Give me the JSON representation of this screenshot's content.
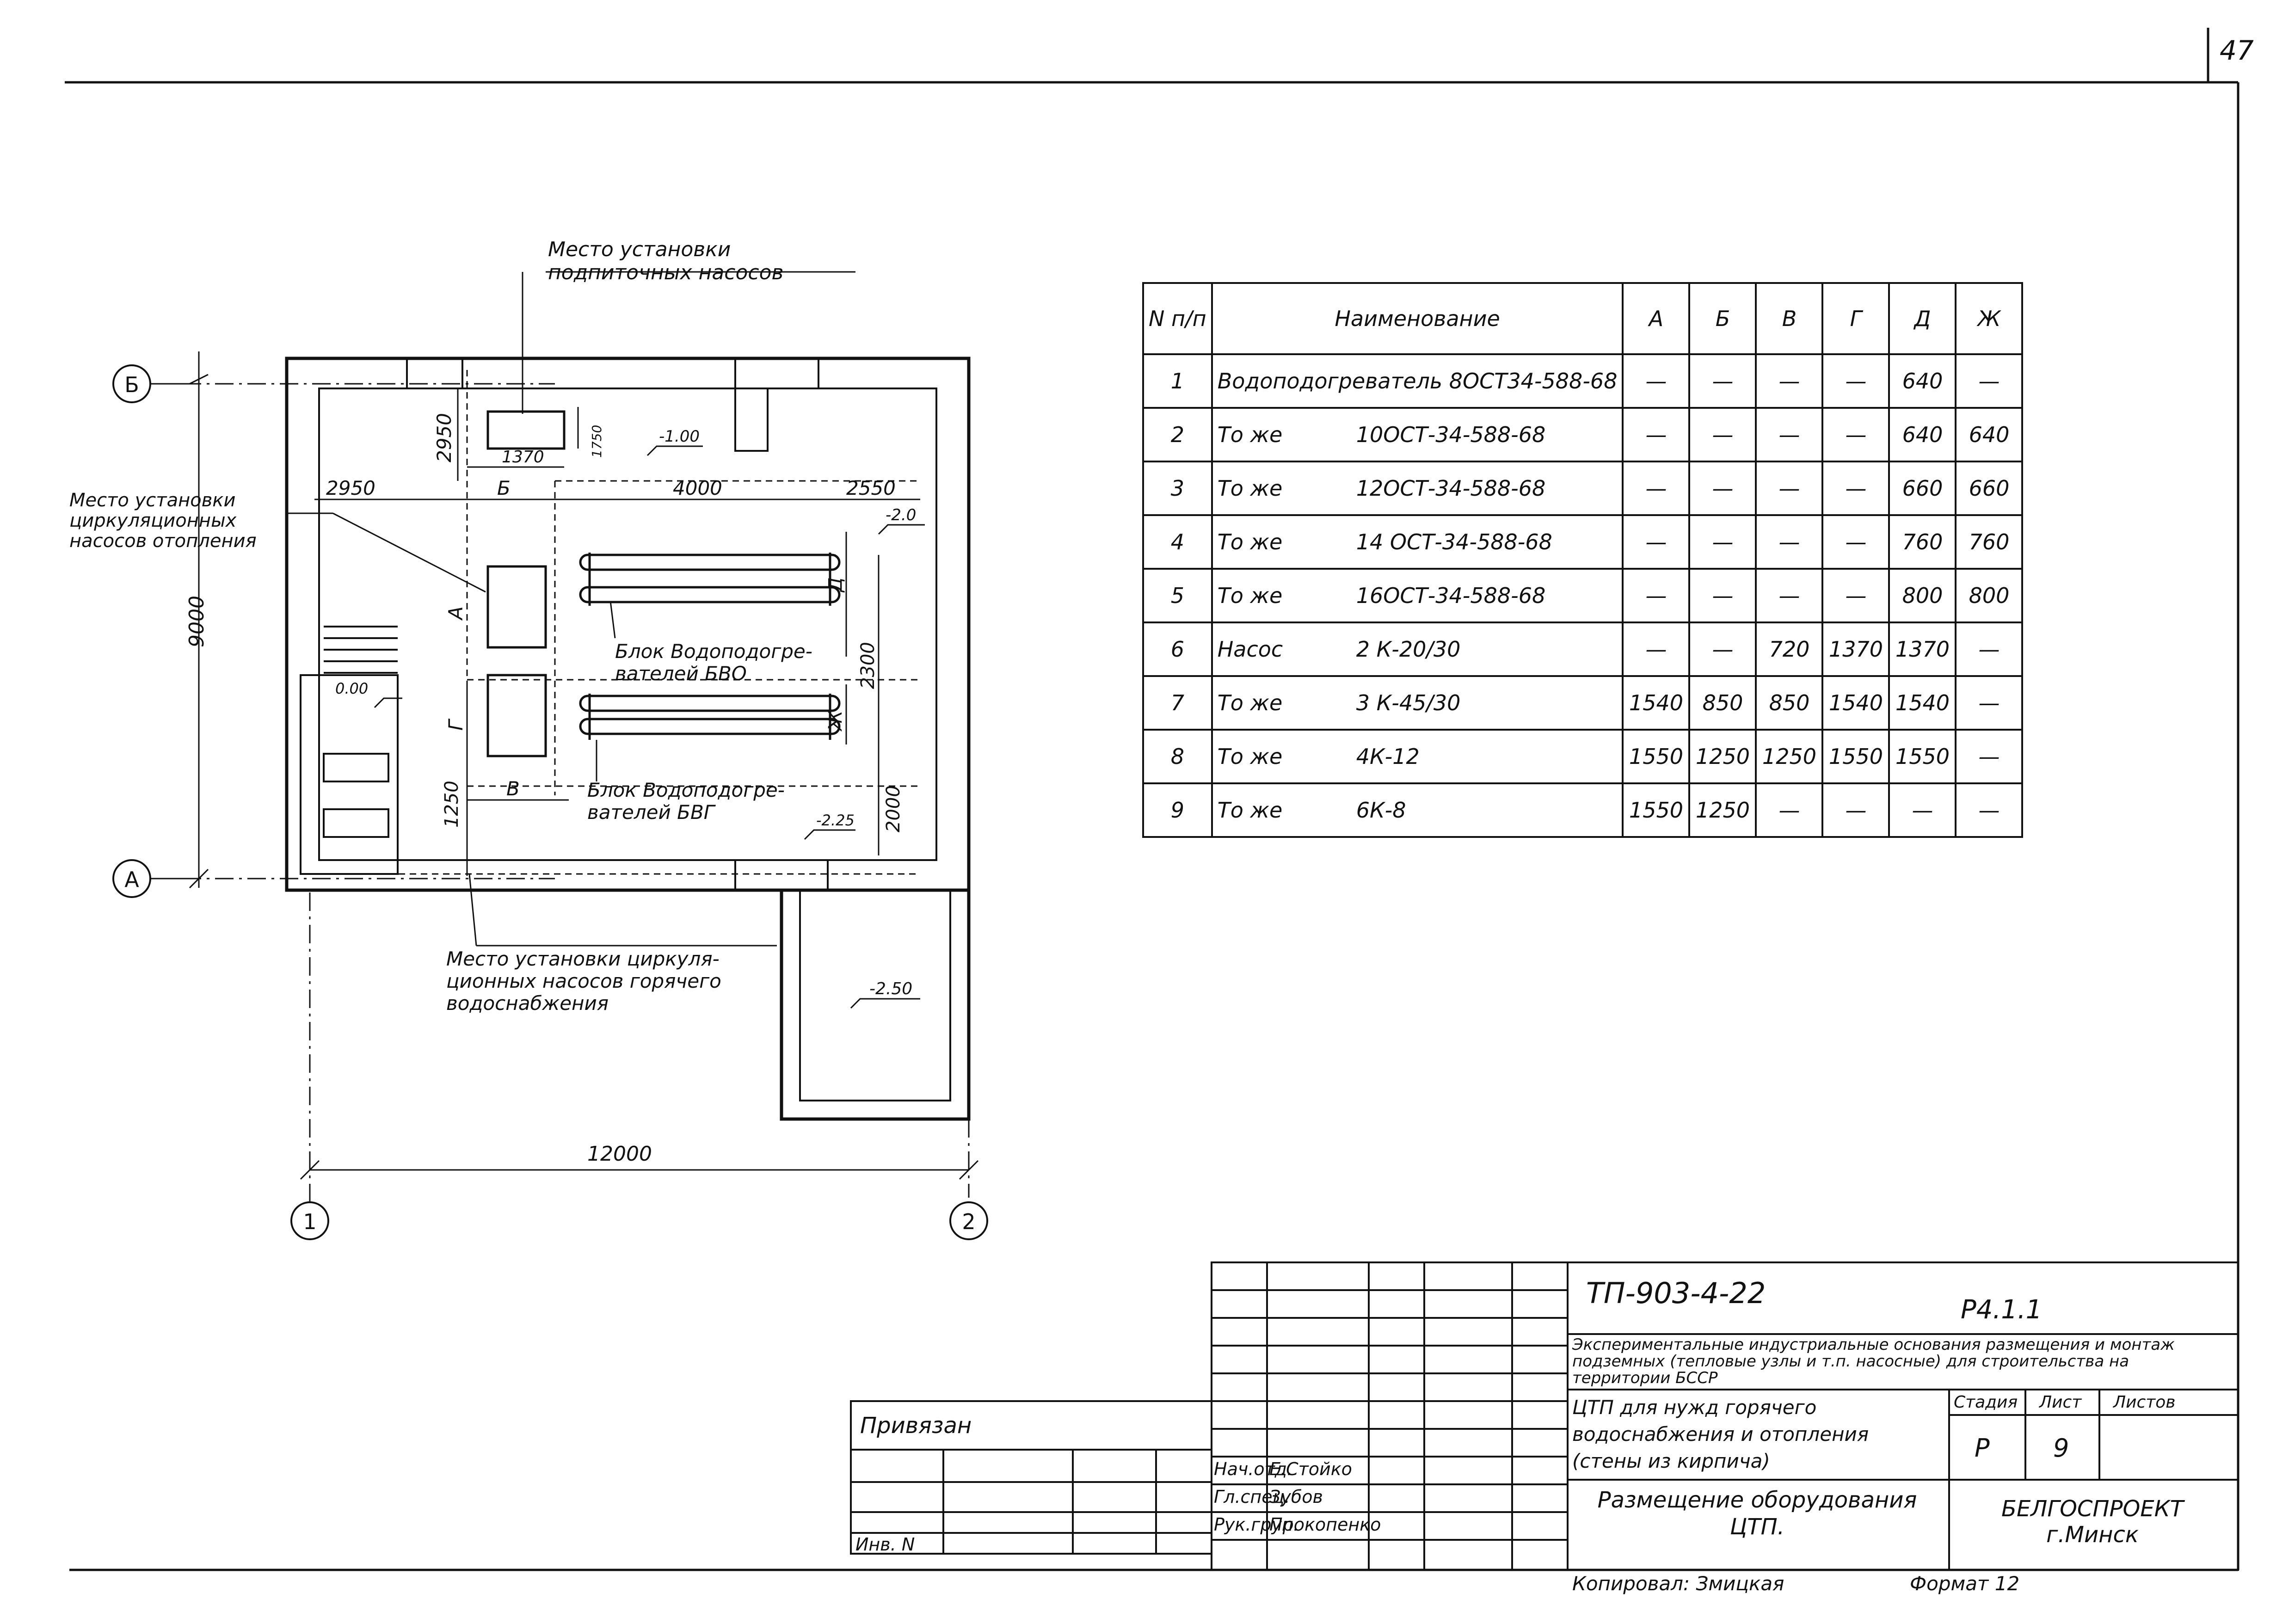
{
  "page_number": "47",
  "plan": {
    "axes": {
      "row_top": "Б",
      "row_bottom": "А",
      "col_left": "1",
      "col_right": "2"
    },
    "dims": {
      "total_width": "12000",
      "total_height": "9000",
      "d2950_h": "2950",
      "d2950_v": "2950",
      "d4000": "4000",
      "d2550": "2550",
      "d1370": "1370",
      "d1250": "1250",
      "d2300": "2300",
      "d2000": "2000",
      "d1750": "1750"
    },
    "levels": {
      "l100": "-1.00",
      "l20": "-2.0",
      "l000": "0.00",
      "l225": "-2.25",
      "l250": "-2.50"
    },
    "zone_letters": {
      "A": "А",
      "B": "Б",
      "V": "В",
      "G": "Г",
      "D": "Д",
      "Zh": "Ж"
    },
    "callouts": {
      "booster": "Место установки подпиточных насосов",
      "heating": "Место установки циркуляционных насосов отопления",
      "hotwater": "Место установки циркуля-ционных насосов горячего водоснабжения",
      "block_bbo": "Блок Водоподогре-вателей БВО",
      "block_bbg": "Блок Водоподогре-вателей БВГ"
    }
  },
  "table": {
    "headers": [
      "N п/п",
      "Наименование",
      "А",
      "Б",
      "В",
      "Г",
      "Д",
      "Ж"
    ],
    "rows": [
      {
        "n": "1",
        "name": "Водоподогреватель 8ОСТ34-588-68",
        "mark": "",
        "A": "—",
        "B": "—",
        "V": "—",
        "G": "—",
        "D": "640",
        "Zh": "—"
      },
      {
        "n": "2",
        "name": "То же",
        "mark": "10ОСТ-34-588-68",
        "A": "—",
        "B": "—",
        "V": "—",
        "G": "—",
        "D": "640",
        "Zh": "640"
      },
      {
        "n": "3",
        "name": "То же",
        "mark": "12ОСТ-34-588-68",
        "A": "—",
        "B": "—",
        "V": "—",
        "G": "—",
        "D": "660",
        "Zh": "660"
      },
      {
        "n": "4",
        "name": "То же",
        "mark": "14 ОСТ-34-588-68",
        "A": "—",
        "B": "—",
        "V": "—",
        "G": "—",
        "D": "760",
        "Zh": "760"
      },
      {
        "n": "5",
        "name": "То же",
        "mark": "16ОСТ-34-588-68",
        "A": "—",
        "B": "—",
        "V": "—",
        "G": "—",
        "D": "800",
        "Zh": "800"
      },
      {
        "n": "6",
        "name": "Насос",
        "mark": "2 К-20/30",
        "A": "—",
        "B": "—",
        "V": "720",
        "G": "1370",
        "D": "1370",
        "Zh": "—"
      },
      {
        "n": "7",
        "name": "То же",
        "mark": "3 К-45/30",
        "A": "1540",
        "B": "850",
        "V": "850",
        "G": "1540",
        "D": "1540",
        "Zh": "—"
      },
      {
        "n": "8",
        "name": "То же",
        "mark": "4К-12",
        "A": "1550",
        "B": "1250",
        "V": "1250",
        "G": "1550",
        "D": "1550",
        "Zh": "—"
      },
      {
        "n": "9",
        "name": "То же",
        "mark": "6К-8",
        "A": "1550",
        "B": "1250",
        "V": "—",
        "G": "—",
        "D": "—",
        "Zh": "—"
      }
    ]
  },
  "title_block": {
    "code": "ТП-903-4-22",
    "sheet_ref": "Р4.1.1",
    "note": "Экспериментальные индустриальные основания размещения и монтаж подземных (тепловые узлы и т.п. насосные) для строительства на территории БССР",
    "project": "ЦТП для нужд горячего водоснабжения и отопления (стены из кирпича)",
    "sheet_title": "Размещение оборудования ЦТП.",
    "stage_label": "Стадия",
    "sheet_label": "Лист",
    "sheets_label": "Листов",
    "stage": "Р",
    "sheet": "9",
    "org": "БЕЛГОСПРОЕКТ г.Минск",
    "privyazan": "Привязан",
    "inv": "Инв. N",
    "roles": [
      "Нач.отд.",
      "Гл.спец.",
      "Рук.груп."
    ],
    "names": [
      "Е.Стойко",
      "Зубов",
      "Прокопенко"
    ],
    "copied": "Копировал: Змицкая",
    "format": "Формат 12"
  }
}
